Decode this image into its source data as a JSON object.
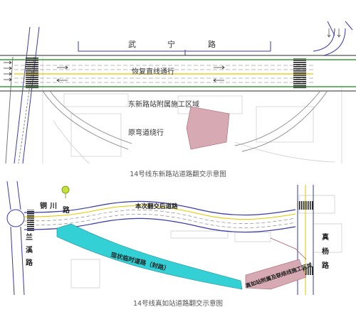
{
  "top_figure": {
    "road_name_chars": [
      "武",
      "宁",
      "路"
    ],
    "label_restore": "恢复直线通行",
    "label_station_area": "东新路站附属施工区域",
    "label_detour": "原弯道绕行",
    "caption": "14号线东新路站道路翻交示意图"
  },
  "bottom_figure": {
    "road_top_chars": [
      "铜",
      "川",
      "路"
    ],
    "road_left_chars": [
      "兰",
      "溪",
      "路"
    ],
    "road_right_chars": [
      "真",
      "杨",
      "路"
    ],
    "label_after_shift": "本次翻交后道路",
    "label_temp_road": "现状临时道路（封路）",
    "label_zhenru_area": "真如站附属及联络线施工区域",
    "caption": "14号线真如站道路翻交示意图"
  },
  "colors": {
    "road_line": "#3a3aa0",
    "temp_road": "#33d1d6",
    "construction": "#d7a9b2",
    "lane_yellow": "#e0c600",
    "green_line": "#3c9a3c",
    "building": "#dcdcdc"
  }
}
